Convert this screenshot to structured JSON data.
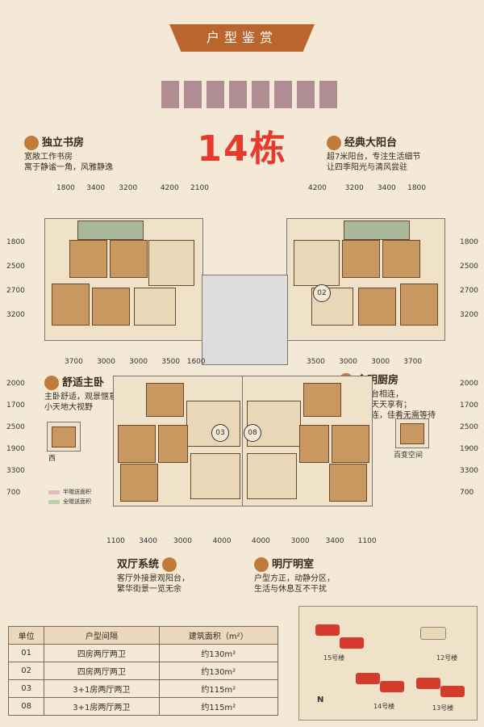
{
  "banner": {
    "title": "户型鉴赏"
  },
  "headline": {
    "title": "14栋"
  },
  "callouts": {
    "study": {
      "title": "独立书房",
      "lines": [
        "宽敞工作书房",
        "寓于静谧一角，风雅静逸"
      ]
    },
    "balcony": {
      "title": "经典大阳台",
      "lines": [
        "超7米阳台，专注生活细节",
        "让四季阳光与清风尝驻"
      ]
    },
    "master": {
      "title": "舒适主卧",
      "lines": [
        "主卧舒适，观景惬意",
        "小天地大视野"
      ]
    },
    "kitchen": {
      "title": "全明厨房",
      "lines": [
        "厨房与阳台相连，",
        "阳光食物天天享有；",
        "与餐厅相连，佳肴无需等待"
      ]
    },
    "living": {
      "title": "双厅系统",
      "lines": [
        "客厅外接景观阳台，",
        "繁华街景一览无余"
      ]
    },
    "bright": {
      "title": "明厅明室",
      "lines": [
        "户型方正，动静分区，",
        "生活与休息互不干扰"
      ]
    }
  },
  "dims": {
    "top_left": [
      "1800",
      "3400",
      "3200",
      "4200",
      "2100"
    ],
    "top_right": [
      "4200",
      "3200",
      "3400",
      "1800"
    ],
    "left_side": [
      "1800",
      "2500",
      "2700",
      "3200"
    ],
    "right_side": [
      "1800",
      "2500",
      "2700",
      "3200"
    ],
    "mid_left": [
      "3700",
      "3000",
      "3000",
      "3500",
      "1600"
    ],
    "mid_right": [
      "3500",
      "3000",
      "3000",
      "3700"
    ],
    "lower_left": [
      "2000",
      "1700",
      "2500",
      "1900",
      "3300",
      "700"
    ],
    "lower_right": [
      "2000",
      "1700",
      "2500",
      "1900",
      "3300",
      "700"
    ],
    "bottom_left": [
      "1100",
      "3400",
      "3000",
      "4000"
    ],
    "bottom_right": [
      "4000",
      "3000",
      "3400",
      "1100"
    ]
  },
  "unit_labels": {
    "u02": "02",
    "u03": "03",
    "u08": "08"
  },
  "small_labels": {
    "left": "西",
    "right": "百变空间"
  },
  "legend": {
    "half": "半赠送面积",
    "full": "全赠送面积"
  },
  "table": {
    "headers": [
      "单位",
      "户型间隔",
      "建筑面积（m²）"
    ],
    "rows": [
      [
        "01",
        "四房两厅两卫",
        "约130m²"
      ],
      [
        "02",
        "四房两厅两卫",
        "约130m²"
      ],
      [
        "03",
        "3+1房两厅两卫",
        "约115m²"
      ],
      [
        "08",
        "3+1房两厅两卫",
        "约115m²"
      ]
    ]
  },
  "map": {
    "labels": [
      "15号楼",
      "12号楼",
      "14号楼",
      "13号楼"
    ],
    "north": "N"
  },
  "colors": {
    "accent": "#b9652d",
    "headline": "#e83a2a",
    "building": "#d43b2d"
  }
}
